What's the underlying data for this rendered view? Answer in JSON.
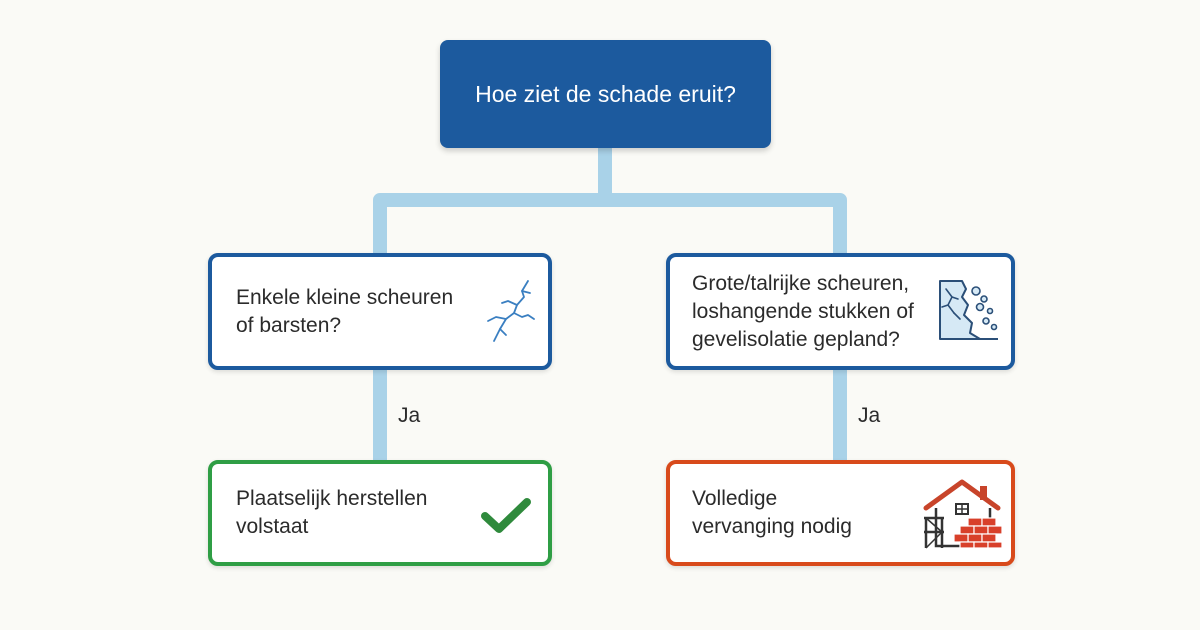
{
  "colors": {
    "primary_blue": "#1c5a9e",
    "connector_light_blue": "#a9d2e8",
    "success_green": "#2f9e45",
    "danger_red": "#d84a1b",
    "background": "#fafaf6"
  },
  "root": {
    "text": "Hoe ziet de schade eruit?"
  },
  "branches": [
    {
      "question": "Enkele kleine scheuren\nof barsten?",
      "question_icon": "crack-icon",
      "edge_label": "Ja",
      "outcome": "Plaatselijk herstellen\nvolstaat",
      "outcome_icon": "checkmark-icon"
    },
    {
      "question": "Grote/talrijke scheuren,\nloshangende stukken of\ngevelisolatie gepland?",
      "question_icon": "crumbling-wall-icon",
      "edge_label": "Ja",
      "outcome": "Volledige\nvervanging nodig",
      "outcome_icon": "house-renovation-icon"
    }
  ]
}
